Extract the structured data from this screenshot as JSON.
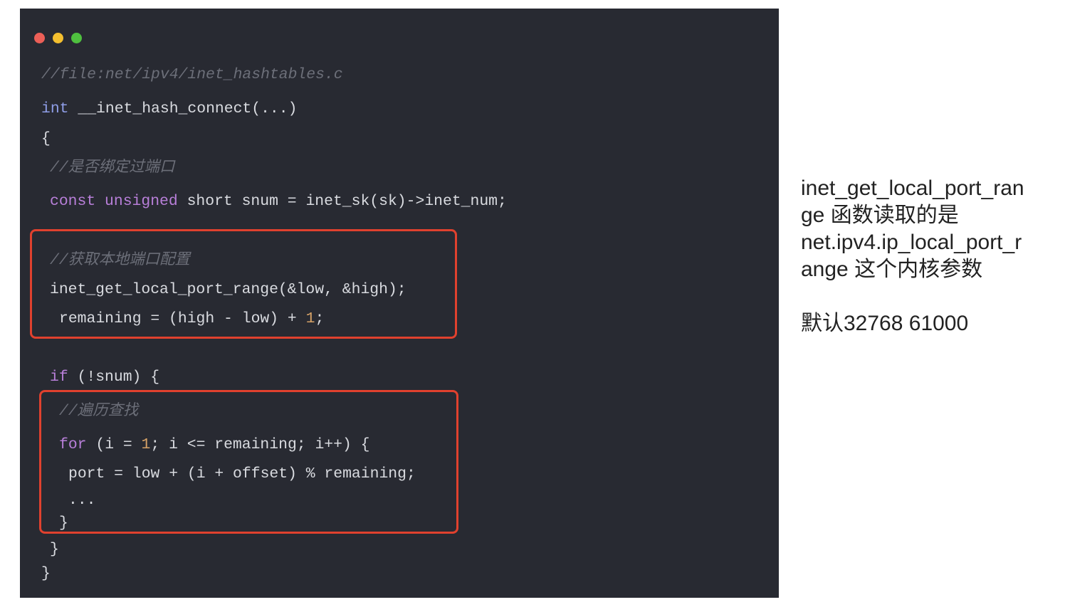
{
  "window": {
    "controls": [
      "close",
      "minimize",
      "maximize"
    ],
    "colors": {
      "close": "#ec5f57",
      "minimize": "#f4bf2f",
      "maximize": "#4fc03f"
    }
  },
  "code": {
    "lines": [
      [
        {
          "t": "//file:net/ipv4/inet_hashtables.c",
          "c": "comment"
        }
      ],
      [
        {
          "t": "int",
          "c": "type"
        },
        {
          "t": " __inet_hash_connect(...)",
          "c": ""
        }
      ],
      [
        {
          "t": "{",
          "c": ""
        }
      ],
      [
        {
          "t": "//是否绑定过端口",
          "c": "comment"
        }
      ],
      [
        {
          "t": "const",
          "c": "kw"
        },
        {
          "t": " ",
          "c": ""
        },
        {
          "t": "unsigned",
          "c": "kw"
        },
        {
          "t": " short snum = inet_sk(sk)->inet_num;",
          "c": ""
        }
      ],
      [
        {
          "t": "//获取本地端口配置",
          "c": "comment"
        }
      ],
      [
        {
          "t": "inet_get_local_port_range(&low, &high);",
          "c": ""
        }
      ],
      [
        {
          "t": "remaining = (high - low) + ",
          "c": ""
        },
        {
          "t": "1",
          "c": "num"
        },
        {
          "t": ";",
          "c": ""
        }
      ],
      [
        {
          "t": "if",
          "c": "kw"
        },
        {
          "t": " (!snum) {",
          "c": ""
        }
      ],
      [
        {
          "t": "//遍历查找",
          "c": "comment"
        }
      ],
      [
        {
          "t": "for",
          "c": "kw"
        },
        {
          "t": " (i = ",
          "c": ""
        },
        {
          "t": "1",
          "c": "num"
        },
        {
          "t": "; i <= remaining; i++) {",
          "c": ""
        }
      ],
      [
        {
          "t": "port = low + (i + offset) % remaining;",
          "c": ""
        }
      ],
      [
        {
          "t": "...",
          "c": ""
        }
      ],
      [
        {
          "t": "}",
          "c": ""
        }
      ],
      [
        {
          "t": "}",
          "c": ""
        }
      ],
      [
        {
          "t": "}",
          "c": ""
        }
      ]
    ]
  },
  "side": {
    "lines": [
      "inet_get_local_port_ran",
      "ge 函数读取的是",
      "net.ipv4.ip_local_port_r",
      "ange 这个内核参数"
    ],
    "default": "默认32768 61000"
  }
}
